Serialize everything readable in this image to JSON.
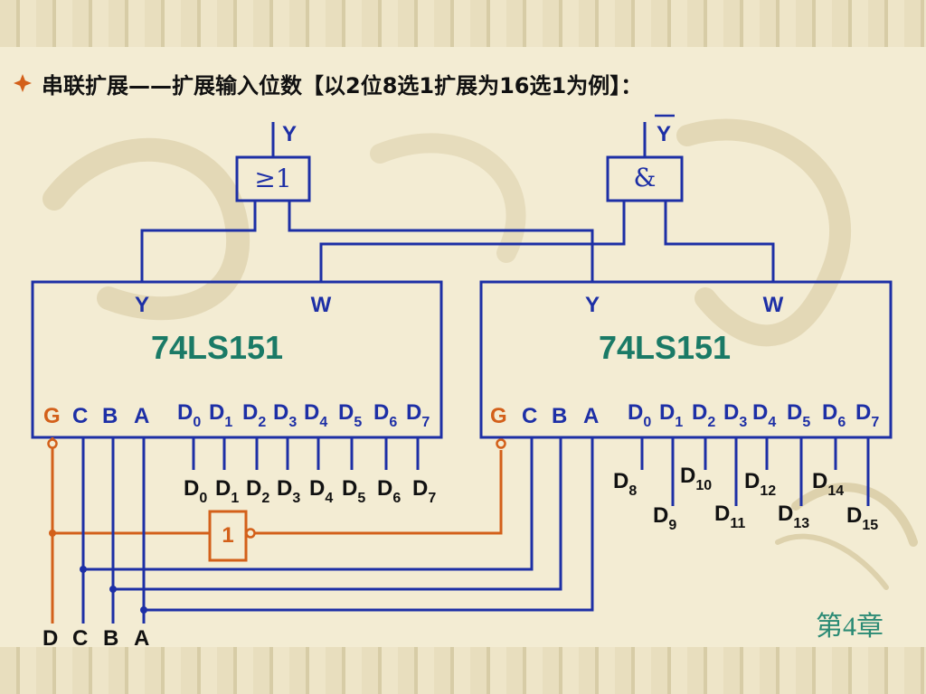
{
  "slide": {
    "title": "串联扩展——扩展输入位数【以2位8选1扩展为16选1为例】：",
    "chapter": "第4章",
    "bullet_icon": "diamond-bullet-icon"
  },
  "gates": {
    "or_symbol": "≥1",
    "or_output": "Y",
    "nand_symbol": "&",
    "nand_output": "Y",
    "not_symbol": "1"
  },
  "chips": [
    {
      "name": "74LS151",
      "y_pin": "Y",
      "w_pin": "W",
      "g_pin": "G",
      "c_pin": "C",
      "b_pin": "B",
      "a_pin": "A",
      "data_pins": [
        {
          "base": "D",
          "sub": "0"
        },
        {
          "base": "D",
          "sub": "1"
        },
        {
          "base": "D",
          "sub": "2"
        },
        {
          "base": "D",
          "sub": "3"
        },
        {
          "base": "D",
          "sub": "4"
        },
        {
          "base": "D",
          "sub": "5"
        },
        {
          "base": "D",
          "sub": "6"
        },
        {
          "base": "D",
          "sub": "7"
        }
      ]
    },
    {
      "name": "74LS151",
      "y_pin": "Y",
      "w_pin": "W",
      "g_pin": "G",
      "c_pin": "C",
      "b_pin": "B",
      "a_pin": "A",
      "data_pins": [
        {
          "base": "D",
          "sub": "0"
        },
        {
          "base": "D",
          "sub": "1"
        },
        {
          "base": "D",
          "sub": "2"
        },
        {
          "base": "D",
          "sub": "3"
        },
        {
          "base": "D",
          "sub": "4"
        },
        {
          "base": "D",
          "sub": "5"
        },
        {
          "base": "D",
          "sub": "6"
        },
        {
          "base": "D",
          "sub": "7"
        }
      ]
    }
  ],
  "left_inputs": [
    {
      "base": "D",
      "sub": "0"
    },
    {
      "base": "D",
      "sub": "1"
    },
    {
      "base": "D",
      "sub": "2"
    },
    {
      "base": "D",
      "sub": "3"
    },
    {
      "base": "D",
      "sub": "4"
    },
    {
      "base": "D",
      "sub": "5"
    },
    {
      "base": "D",
      "sub": "6"
    },
    {
      "base": "D",
      "sub": "7"
    }
  ],
  "right_inputs": [
    {
      "base": "D",
      "sub": "8"
    },
    {
      "base": "D",
      "sub": "9"
    },
    {
      "base": "D",
      "sub": "10"
    },
    {
      "base": "D",
      "sub": "11"
    },
    {
      "base": "D",
      "sub": "12"
    },
    {
      "base": "D",
      "sub": "13"
    },
    {
      "base": "D",
      "sub": "14"
    },
    {
      "base": "D",
      "sub": "15"
    }
  ],
  "select_inputs": [
    "D",
    "C",
    "B",
    "A"
  ],
  "colors": {
    "wire": "#1d2fa6",
    "control": "#d3601a",
    "chip_text": "#1a7a66",
    "chapter": "#2a8a74",
    "background": "#f3ecd3"
  }
}
